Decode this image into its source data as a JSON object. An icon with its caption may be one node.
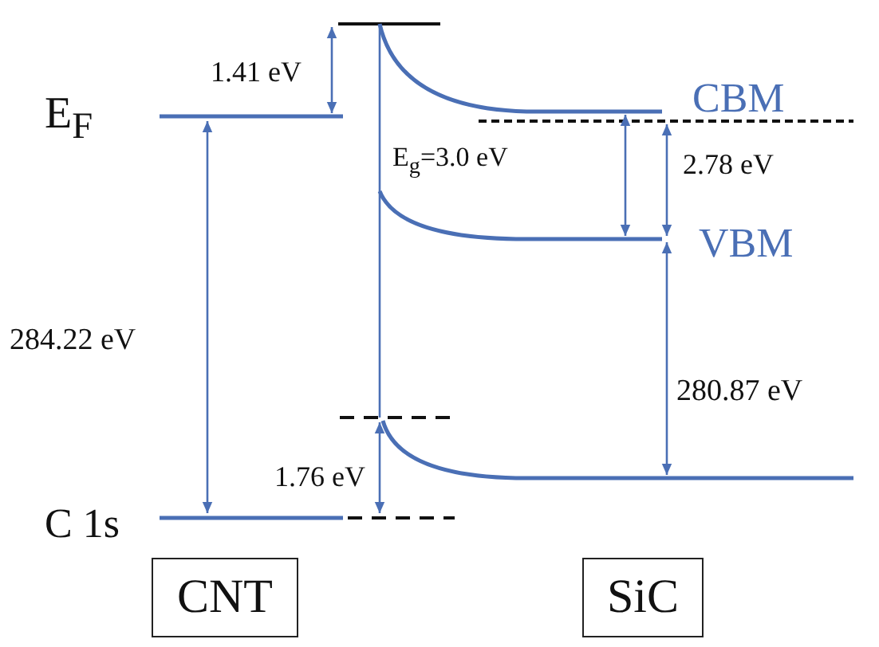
{
  "diagram": {
    "nodes": [
      {
        "text": [
          "CNT"
        ]
      },
      {
        "text": [
          "SiC"
        ]
      }
    ],
    "labels": [
      "1.41 eV",
      "E$_{F}$",
      "CBM",
      "E$_{g}$=3.0 eV",
      "2.78 eV",
      "VBM",
      "284.22 eV",
      "280.87 eV",
      "1.76 eV",
      "C 1s"
    ]
  }
}
